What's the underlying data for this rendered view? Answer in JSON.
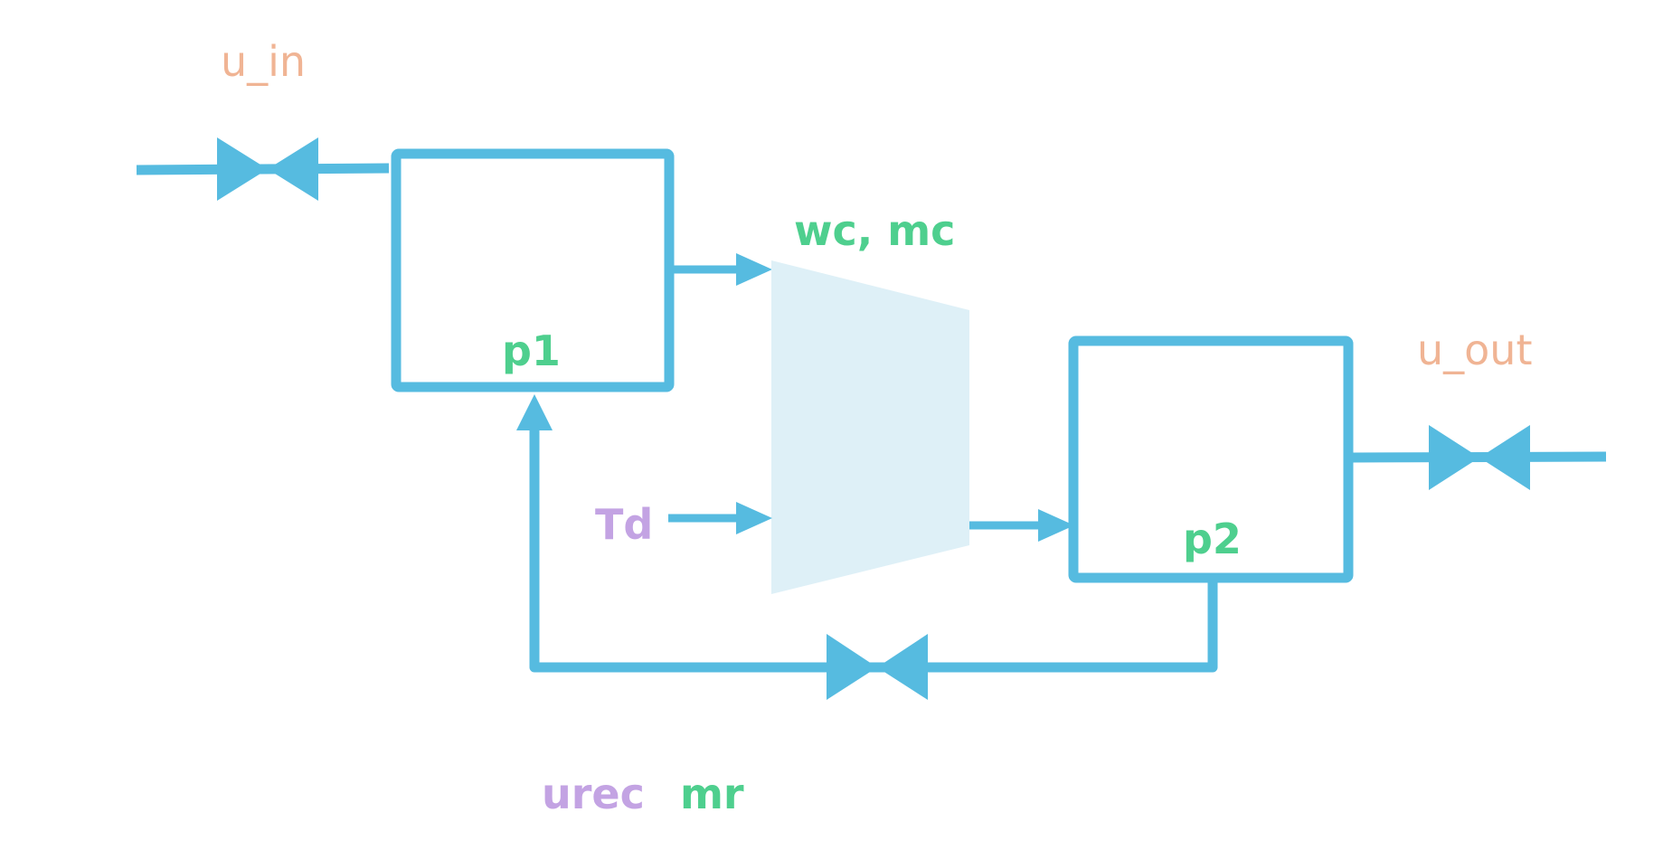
{
  "labels": {
    "u_in": "u_in",
    "u_out": "u_out",
    "wc_mc": "wc, mc",
    "p1": "p1",
    "p2": "p2",
    "td": "Td",
    "urec": "urec",
    "mr": "mr"
  },
  "colors": {
    "line": "#56bbe0",
    "compressor_fill": "#def0f7",
    "state_green": "#4ecf8e",
    "input_orange": "#f0b494",
    "input_purple": "#c3a3e3"
  }
}
